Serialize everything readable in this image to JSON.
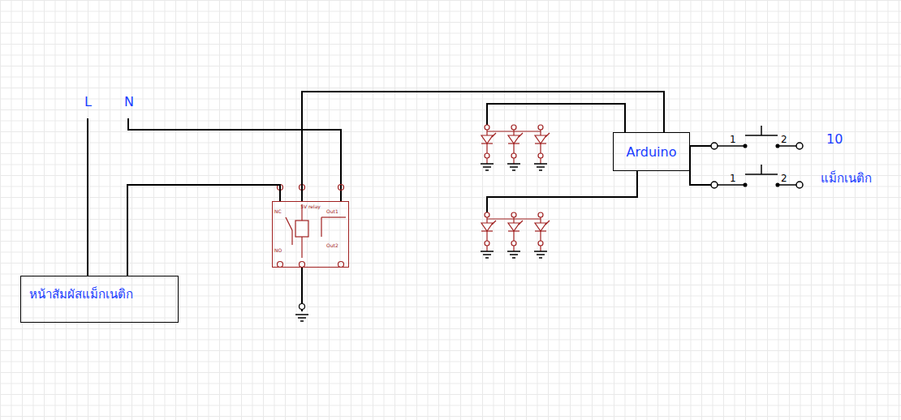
{
  "diagram": {
    "nodes": [
      {
        "text": [
          "หน้าสัมผัสแม็กเนติก"
        ]
      },
      {
        "text": [
          "5V relay"
        ]
      },
      {
        "text": [
          "Arduino"
        ]
      }
    ],
    "edges": [
      {
        "from": 0,
        "to": 1,
        "arrow": "none"
      },
      {
        "from": 2,
        "to": 1,
        "arrow": "none"
      }
    ],
    "labels": [
      "L",
      "N",
      "NC",
      "NO",
      "Out1",
      "Out2",
      "1",
      "2",
      "10",
      "1",
      "2",
      "แม็กเนติก"
    ]
  }
}
